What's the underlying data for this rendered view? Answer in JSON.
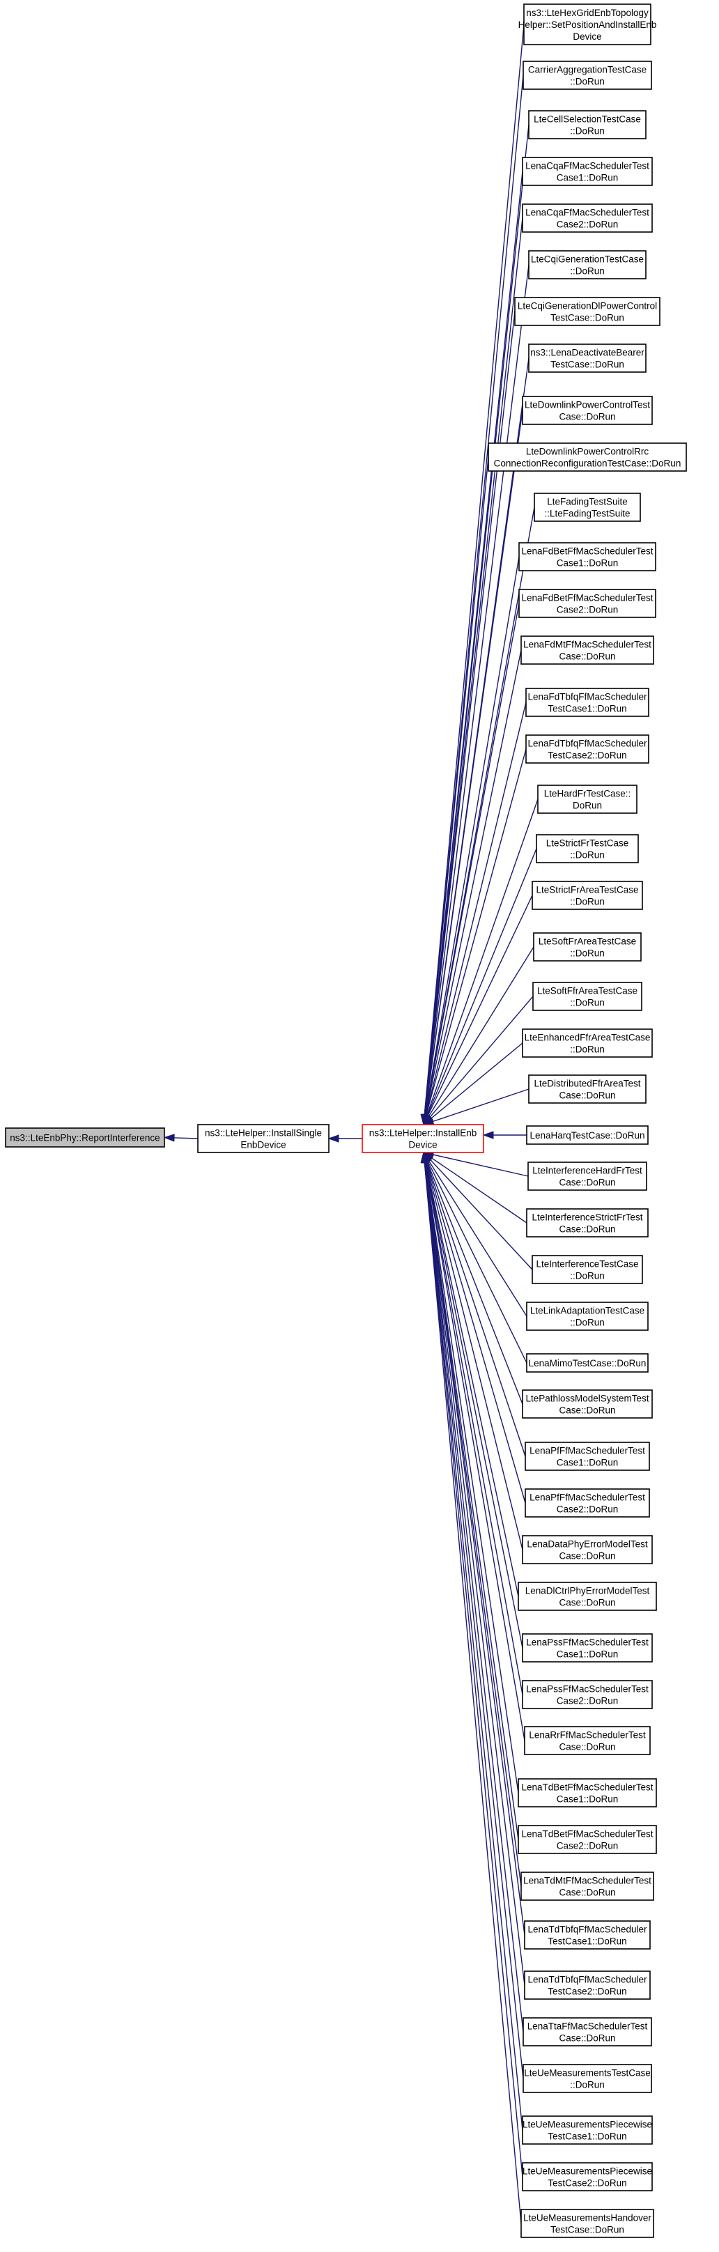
{
  "graph": {
    "root": {
      "lines": [
        "ns3::LteEnbPhy::ReportInterference"
      ]
    },
    "middle": {
      "lines": [
        "ns3::LteHelper::InstallSingle",
        "EnbDevice"
      ]
    },
    "focus": {
      "lines": [
        "ns3::LteHelper::InstallEnb",
        "Device"
      ]
    },
    "edge_color": "#191970",
    "focus_border_color": "#ff0000",
    "root_fill_color": "#bfbfbf",
    "callers": [
      {
        "lines": [
          "ns3::LteHexGridEnbTopology",
          "Helper::SetPositionAndInstallEnb",
          "Device"
        ]
      },
      {
        "lines": [
          "CarrierAggregationTestCase",
          "::DoRun"
        ]
      },
      {
        "lines": [
          "LteCellSelectionTestCase",
          "::DoRun"
        ]
      },
      {
        "lines": [
          "LenaCqaFfMacSchedulerTest",
          "Case1::DoRun"
        ]
      },
      {
        "lines": [
          "LenaCqaFfMacSchedulerTest",
          "Case2::DoRun"
        ]
      },
      {
        "lines": [
          "LteCqiGenerationTestCase",
          "::DoRun"
        ]
      },
      {
        "lines": [
          "LteCqiGenerationDlPowerControl",
          "TestCase::DoRun"
        ]
      },
      {
        "lines": [
          "ns3::LenaDeactivateBearer",
          "TestCase::DoRun"
        ]
      },
      {
        "lines": [
          "LteDownlinkPowerControlTest",
          "Case::DoRun"
        ]
      },
      {
        "lines": [
          "LteDownlinkPowerControlRrc",
          "ConnectionReconfigurationTestCase::DoRun"
        ]
      },
      {
        "lines": [
          "LteFadingTestSuite",
          "::LteFadingTestSuite"
        ]
      },
      {
        "lines": [
          "LenaFdBetFfMacSchedulerTest",
          "Case1::DoRun"
        ]
      },
      {
        "lines": [
          "LenaFdBetFfMacSchedulerTest",
          "Case2::DoRun"
        ]
      },
      {
        "lines": [
          "LenaFdMtFfMacSchedulerTest",
          "Case::DoRun"
        ]
      },
      {
        "lines": [
          "LenaFdTbfqFfMacScheduler",
          "TestCase1::DoRun"
        ]
      },
      {
        "lines": [
          "LenaFdTbfqFfMacScheduler",
          "TestCase2::DoRun"
        ]
      },
      {
        "lines": [
          "LteHardFrTestCase::",
          "DoRun"
        ]
      },
      {
        "lines": [
          "LteStrictFrTestCase",
          "::DoRun"
        ]
      },
      {
        "lines": [
          "LteStrictFrAreaTestCase",
          "::DoRun"
        ]
      },
      {
        "lines": [
          "LteSoftFrAreaTestCase",
          "::DoRun"
        ]
      },
      {
        "lines": [
          "LteSoftFfrAreaTestCase",
          "::DoRun"
        ]
      },
      {
        "lines": [
          "LteEnhancedFfrAreaTestCase",
          "::DoRun"
        ]
      },
      {
        "lines": [
          "LteDistributedFfrAreaTest",
          "Case::DoRun"
        ]
      },
      {
        "lines": [
          "LenaHarqTestCase::DoRun"
        ]
      },
      {
        "lines": [
          "LteInterferenceHardFrTest",
          "Case::DoRun"
        ]
      },
      {
        "lines": [
          "LteInterferenceStrictFrTest",
          "Case::DoRun"
        ]
      },
      {
        "lines": [
          "LteInterferenceTestCase",
          "::DoRun"
        ]
      },
      {
        "lines": [
          "LteLinkAdaptationTestCase",
          "::DoRun"
        ]
      },
      {
        "lines": [
          "LenaMimoTestCase::DoRun"
        ]
      },
      {
        "lines": [
          "LtePathlossModelSystemTest",
          "Case::DoRun"
        ]
      },
      {
        "lines": [
          "LenaPfFfMacSchedulerTest",
          "Case1::DoRun"
        ]
      },
      {
        "lines": [
          "LenaPfFfMacSchedulerTest",
          "Case2::DoRun"
        ]
      },
      {
        "lines": [
          "LenaDataPhyErrorModelTest",
          "Case::DoRun"
        ]
      },
      {
        "lines": [
          "LenaDlCtrlPhyErrorModelTest",
          "Case::DoRun"
        ]
      },
      {
        "lines": [
          "LenaPssFfMacSchedulerTest",
          "Case1::DoRun"
        ]
      },
      {
        "lines": [
          "LenaPssFfMacSchedulerTest",
          "Case2::DoRun"
        ]
      },
      {
        "lines": [
          "LenaRrFfMacSchedulerTest",
          "Case::DoRun"
        ]
      },
      {
        "lines": [
          "LenaTdBetFfMacSchedulerTest",
          "Case1::DoRun"
        ]
      },
      {
        "lines": [
          "LenaTdBetFfMacSchedulerTest",
          "Case2::DoRun"
        ]
      },
      {
        "lines": [
          "LenaTdMtFfMacSchedulerTest",
          "Case::DoRun"
        ]
      },
      {
        "lines": [
          "LenaTdTbfqFfMacScheduler",
          "TestCase1::DoRun"
        ]
      },
      {
        "lines": [
          "LenaTdTbfqFfMacScheduler",
          "TestCase2::DoRun"
        ]
      },
      {
        "lines": [
          "LenaTtaFfMacSchedulerTest",
          "Case::DoRun"
        ]
      },
      {
        "lines": [
          "LteUeMeasurementsTestCase",
          "::DoRun"
        ]
      },
      {
        "lines": [
          "LteUeMeasurementsPiecewise",
          "TestCase1::DoRun"
        ]
      },
      {
        "lines": [
          "LteUeMeasurementsPiecewise",
          "TestCase2::DoRun"
        ]
      },
      {
        "lines": [
          "LteUeMeasurementsHandover",
          "TestCase::DoRun"
        ]
      }
    ]
  }
}
